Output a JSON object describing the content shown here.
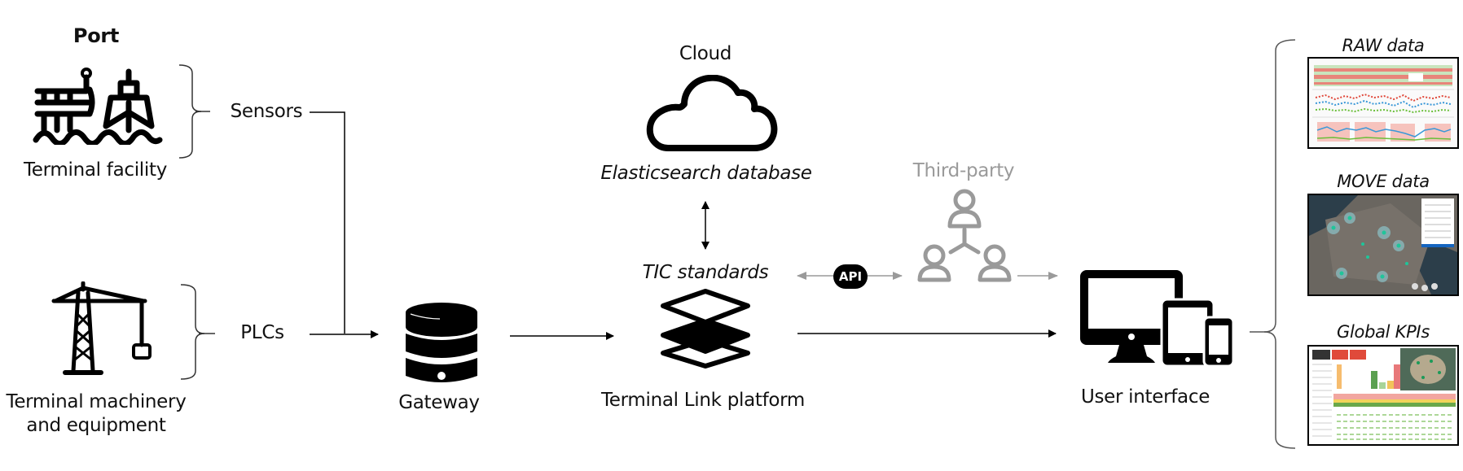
{
  "diagram": {
    "port_title": "Port",
    "sources": [
      {
        "label": "Terminal facility",
        "icon": "port-ship-icon",
        "connector": "Sensors"
      },
      {
        "label_line1": "Terminal machinery",
        "label_line2": "and equipment",
        "icon": "crane-icon",
        "connector": "PLCs"
      }
    ],
    "gateway": {
      "label": "Gateway",
      "icon": "database-icon"
    },
    "cloud": {
      "title": "Cloud",
      "subtitle": "Elasticsearch  database",
      "icon": "cloud-icon"
    },
    "platform": {
      "standard": "TIC standards",
      "label": "Terminal Link platform",
      "icon": "layers-icon"
    },
    "api": {
      "label": "API"
    },
    "third_party": {
      "label": "Third-party",
      "icon": "network-users-icon",
      "color": "#9a9a9a"
    },
    "user_interface": {
      "label": "User interface",
      "icon": "devices-icon"
    },
    "outputs": [
      {
        "label": "RAW data",
        "thumbnail": "raw-data-dashboard"
      },
      {
        "label": "MOVE data",
        "thumbnail": "move-data-map"
      },
      {
        "label": "Global KPIs",
        "thumbnail": "global-kpis-dashboard"
      }
    ],
    "colors": {
      "primary": "#000000",
      "secondary": "#9a9a9a",
      "bracket": "#555555"
    }
  }
}
